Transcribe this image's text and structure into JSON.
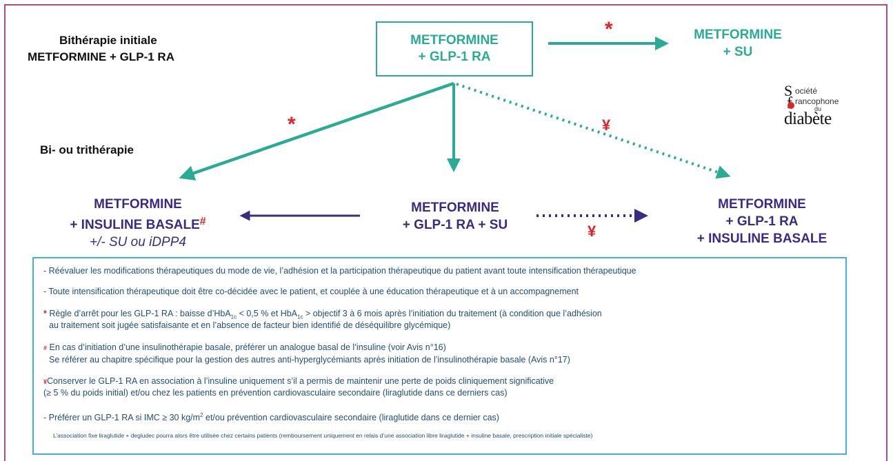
{
  "header": {
    "line1": "Bithérapie initiale",
    "line2": "METFORMINE + GLP-1 RA"
  },
  "section_label": "Bi- ou trithérapie",
  "nodes": {
    "top": {
      "line1": "METFORMINE",
      "line2": "+ GLP-1 RA"
    },
    "top_right": {
      "line1": "METFORMINE",
      "line2": "+ SU"
    },
    "left": {
      "line1": "METFORMINE",
      "line2": "+ INSULINE BASALE",
      "marker": "#",
      "line3": "+/- SU ou iDPP4"
    },
    "center": {
      "line1": "METFORMINE",
      "line2": "+ GLP-1 RA + SU"
    },
    "right": {
      "line1": "METFORMINE",
      "line2": "+ GLP-1 RA",
      "line3": "+ INSULINE BASALE"
    }
  },
  "markers": {
    "star_top": "*",
    "star_left": "*",
    "yen_diag": "¥",
    "yen_bottom": "¥"
  },
  "logo": {
    "s": "S",
    "ociete": "ociété",
    "f": "f",
    "rancophone": "rancophone",
    "du": "du",
    "diabete": "diabète"
  },
  "notes": {
    "n1": "- Réévaluer les modifications thérapeutiques du mode de vie, l’adhésion et la participation thérapeutique du patient avant toute intensification thérapeutique",
    "n2": "- Toute intensification thérapeutique doit être co-décidée avec le patient, et couplée à une éducation thérapeutique et à un accompagnement",
    "n3_marker": "*",
    "n3_a": " Règle d’arrêt pour les GLP-1 RA : baisse d’HbA",
    "n3_sub1": "1c",
    "n3_b": " < 0,5 % et HbA",
    "n3_sub2": "1c",
    "n3_c": " > objectif 3 à 6 mois après l’initiation du traitement (à condition que l’adhésion",
    "n3_line2": "au traitement soit jugée satisfaisante et en l’absence de facteur bien identifié de déséquilibre glycémique)",
    "n4_marker": "#",
    "n4_line1": " En cas d’initiation d’une insulinothérapie basale, préférer un analogue basal de l’insuline (voir Avis n°16)",
    "n4_line2": "Se référer au chapitre spécifique pour la gestion des autres anti-hyperglycémiants après initiation de l’insulinothérapie basale (Avis n°17)",
    "n5_marker": "¥",
    "n5_line1": "Conserver le GLP-1 RA en association à l’insuline uniquement s’il a permis de maintenir une perte de poids cliniquement significative",
    "n5_line2": "(≥ 5 % du poids initial) et/ou chez les patients en prévention cardiovasculaire secondaire (liraglutide dans ce derniers cas)",
    "n6_a": "- Préférer un GLP-1 RA si IMC ≥ 30 kg/m",
    "n6_sup": "2",
    "n6_b": " et/ou prévention cardiovasculaire secondaire (liraglutide dans ce dernier cas)",
    "n7": "L’association fixe liraglutide + degludec pourra alors être utilisée chez certains patients (remboursement uniquement en relais d’une association libre liraglutide + insuline basale, prescription initiale spécialiste)"
  },
  "colors": {
    "teal": "#2aab94",
    "navy": "#3b2a82",
    "red": "#e02424",
    "frame": "#b5487e",
    "note_border": "#44aee0"
  }
}
